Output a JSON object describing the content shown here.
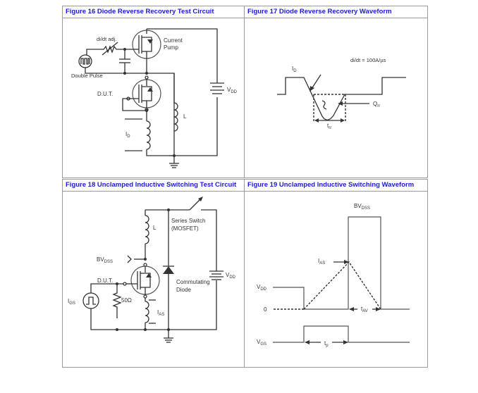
{
  "figures": [
    {
      "title": "Figure 16 Diode Reverse Recovery Test Circuit",
      "labels": {
        "didt_adj": "di/dt adj.",
        "current_pump_1": "Current",
        "current_pump_2": "Pump",
        "double_pulse": "Double Pulse",
        "dut": "D.U.T.",
        "vdd_main": "V",
        "vdd_sub": "DD",
        "inductor": "L",
        "id_main": "I",
        "id_sub": "D"
      }
    },
    {
      "title": "Figure 17 Diode Reverse Recovery Waveform",
      "labels": {
        "didt": "di/dt = 100A/µs",
        "id_main": "I",
        "id_sub": "D",
        "qrr_main": "Q",
        "qrr_sub": "rr",
        "trr_main": "t",
        "trr_sub": "rr"
      }
    },
    {
      "title": "Figure 18 Unclamped Inductive Switching Test Circuit",
      "labels": {
        "series_switch_1": "Series Switch",
        "series_switch_2": "(MOSFET)",
        "inductor": "L",
        "bvdss_main": "BV",
        "bvdss_sub": "DSS",
        "dut": "D.U.T.",
        "vdd_main": "V",
        "vdd_sub": "DD",
        "commutating_1": "Commutating",
        "commutating_2": "Diode",
        "igs_main": "I",
        "igs_sub": "GS",
        "resistor": "50Ω",
        "ias_main": "I",
        "ias_sub": "AS"
      }
    },
    {
      "title": "Figure 19 Unclamped Inductive Switching Waveform",
      "labels": {
        "bvdss_main": "BV",
        "bvdss_sub": "DSS",
        "ias_main": "I",
        "ias_sub": "AS",
        "vdd_main": "V",
        "vdd_sub": "DD",
        "zero": "0",
        "tav_main": "t",
        "tav_sub": "AV",
        "vgs_main": "V",
        "vgs_sub": "GS",
        "tp_main": "t",
        "tp_sub": "p"
      }
    }
  ],
  "colors": {
    "title": "#1a1adc",
    "border": "#9a9a9a",
    "line": "#333333"
  }
}
